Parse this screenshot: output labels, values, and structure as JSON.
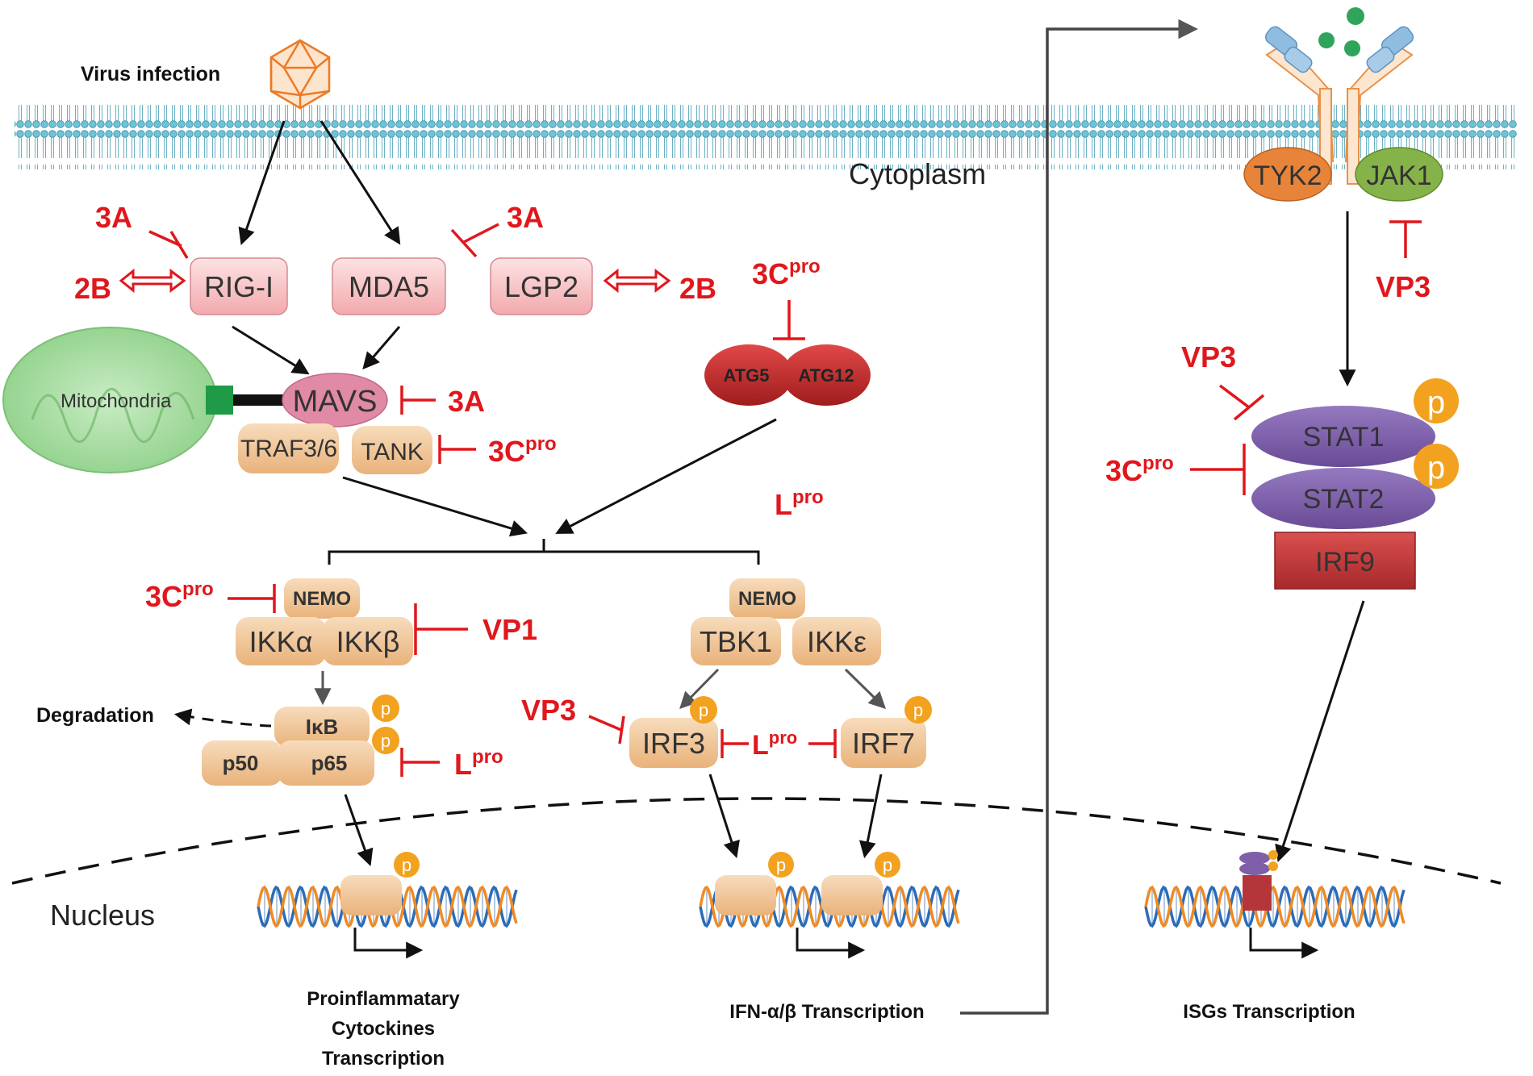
{
  "labels": {
    "virus_infection": "Virus infection",
    "cytoplasm": "Cytoplasm",
    "nucleus": "Nucleus",
    "mitochondria": "Mitochondria",
    "degradation": "Degradation",
    "proinflammatory_line1": "Proinflammatary",
    "proinflammatory_line2": "Cytockines",
    "proinflammatory_line3": "Transcription",
    "ifn_transcription": "IFN-α/β Transcription",
    "isgs_transcription": "ISGs Transcription"
  },
  "nodes": {
    "rig_i": "RIG-I",
    "mda5": "MDA5",
    "lgp2": "LGP2",
    "mavs": "MAVS",
    "traf36": "TRAF3/6",
    "tank": "TANK",
    "atg5": "ATG5",
    "atg12": "ATG12",
    "nemo_left": "NEMO",
    "ikka": "IKKα",
    "ikkb": "IKKβ",
    "ikb": "IκB",
    "p50": "p50",
    "p65": "p65",
    "nemo_right": "NEMO",
    "tbk1": "TBK1",
    "ikke": "IKKε",
    "irf3": "IRF3",
    "irf7": "IRF7",
    "tyk2": "TYK2",
    "jak1": "JAK1",
    "stat1": "STAT1",
    "stat2": "STAT2",
    "irf9": "IRF9",
    "phospho": "p"
  },
  "inhibitors": {
    "3a_rig": "3A",
    "3a_mda5": "3A",
    "3a_mavs": "3A",
    "2b_left": "2B",
    "2b_right": "2B",
    "3c_atg": "3C",
    "3c_tank": "3C",
    "3c_nemo": "3C",
    "3c_stat": "3C",
    "lpro_mid": "L",
    "lpro_p65": "L",
    "lpro_irf": "L",
    "vp1": "VP1",
    "vp3_irf3": "VP3",
    "vp3_jak1": "VP3",
    "vp3_stat1": "VP3",
    "sup_pro": "pro"
  },
  "colors": {
    "inhibitor_red": "#e0171c",
    "node_tan": "#f3c99a",
    "node_pink": "#f7c5c8",
    "mavs_pink": "#e08aa6",
    "atg_red": "#c62828",
    "stat_purple": "#7e5fa8",
    "irf9_red": "#c0393b",
    "phospho_orange": "#f2a21f",
    "tyk2_orange": "#e8843a",
    "jak1_green": "#86b24a",
    "membrane_blue": "#5ab7cc",
    "mito_green": "#9fd49a"
  }
}
